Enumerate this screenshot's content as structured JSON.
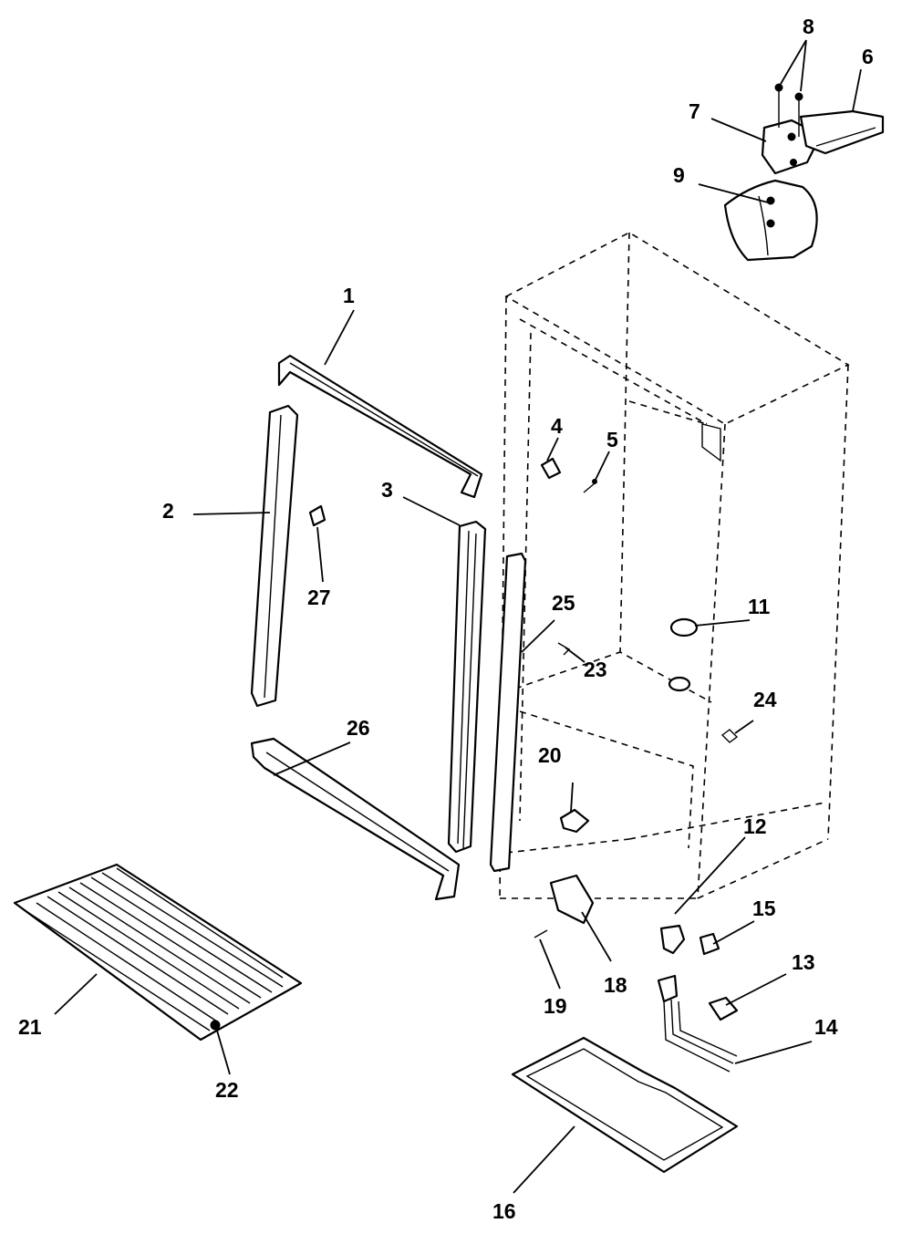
{
  "parts": [
    {
      "ref": "1",
      "label": "1"
    },
    {
      "ref": "2",
      "label": "2"
    },
    {
      "ref": "3",
      "label": "3"
    },
    {
      "ref": "4",
      "label": "4"
    },
    {
      "ref": "5",
      "label": "5"
    },
    {
      "ref": "6",
      "label": "6"
    },
    {
      "ref": "7",
      "label": "7"
    },
    {
      "ref": "8",
      "label": "8"
    },
    {
      "ref": "9",
      "label": "9"
    },
    {
      "ref": "11",
      "label": "11"
    },
    {
      "ref": "12",
      "label": "12"
    },
    {
      "ref": "13",
      "label": "13"
    },
    {
      "ref": "14",
      "label": "14"
    },
    {
      "ref": "15",
      "label": "15"
    },
    {
      "ref": "16",
      "label": "16"
    },
    {
      "ref": "18",
      "label": "18"
    },
    {
      "ref": "19",
      "label": "19"
    },
    {
      "ref": "20",
      "label": "20"
    },
    {
      "ref": "21",
      "label": "21"
    },
    {
      "ref": "22",
      "label": "22"
    },
    {
      "ref": "23",
      "label": "23"
    },
    {
      "ref": "24",
      "label": "24"
    },
    {
      "ref": "25",
      "label": "25"
    },
    {
      "ref": "26",
      "label": "26"
    },
    {
      "ref": "27",
      "label": "27"
    }
  ]
}
